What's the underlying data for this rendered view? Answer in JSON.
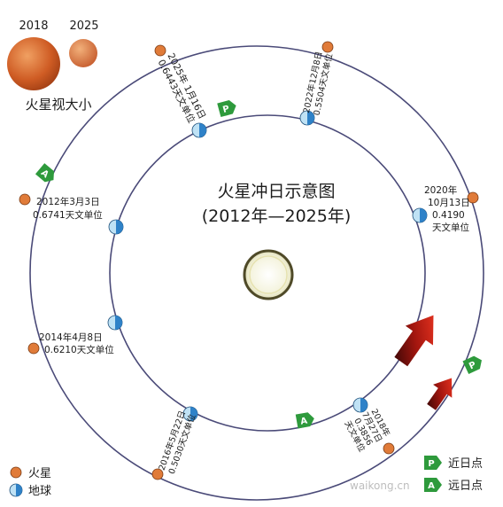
{
  "title": {
    "line1": "火星冲日示意图",
    "line2": "(2012年—2025年)"
  },
  "size_compare": {
    "label_2018": "2018",
    "label_2025": "2025",
    "caption": "火星视大小"
  },
  "oppositions": {
    "o2012": {
      "line1": "2012年3月3日",
      "line2": "0.6741天文单位"
    },
    "o2014": {
      "line1": "2014年4月8日",
      "line2": "0.6210天文单位"
    },
    "o2016": {
      "line1": "2016年5月22日",
      "line2": "0.5030天文单位"
    },
    "o2018": {
      "line1": "2018年",
      "line2": "7月27日",
      "line3": "0.3856",
      "line4": "天文单位"
    },
    "o2020": {
      "line1": "2020年",
      "line2": "10月13日",
      "line3": "0.4190",
      "line4": "天文单位"
    },
    "o2022": {
      "line1": "2022年12月8日",
      "line2": "0.5504天文单位"
    },
    "o2025": {
      "line1": "2025年 1月16日",
      "line2": "0.6443天文单位"
    }
  },
  "markers": {
    "perihelion_letter": "P",
    "aphelion_letter": "A"
  },
  "legend": {
    "mars_label": "火星",
    "earth_label": "地球",
    "perihelion_label": "近日点",
    "aphelion_label": "远日点"
  },
  "watermark": "waikong.cn",
  "colors": {
    "orbit": "#4a4a78",
    "mars": "#e07b39",
    "earth": "#3b8fd4",
    "marker_green": "#2e9a3c",
    "sun": "#f3f2dc",
    "arrow_red": "#d0271c"
  }
}
